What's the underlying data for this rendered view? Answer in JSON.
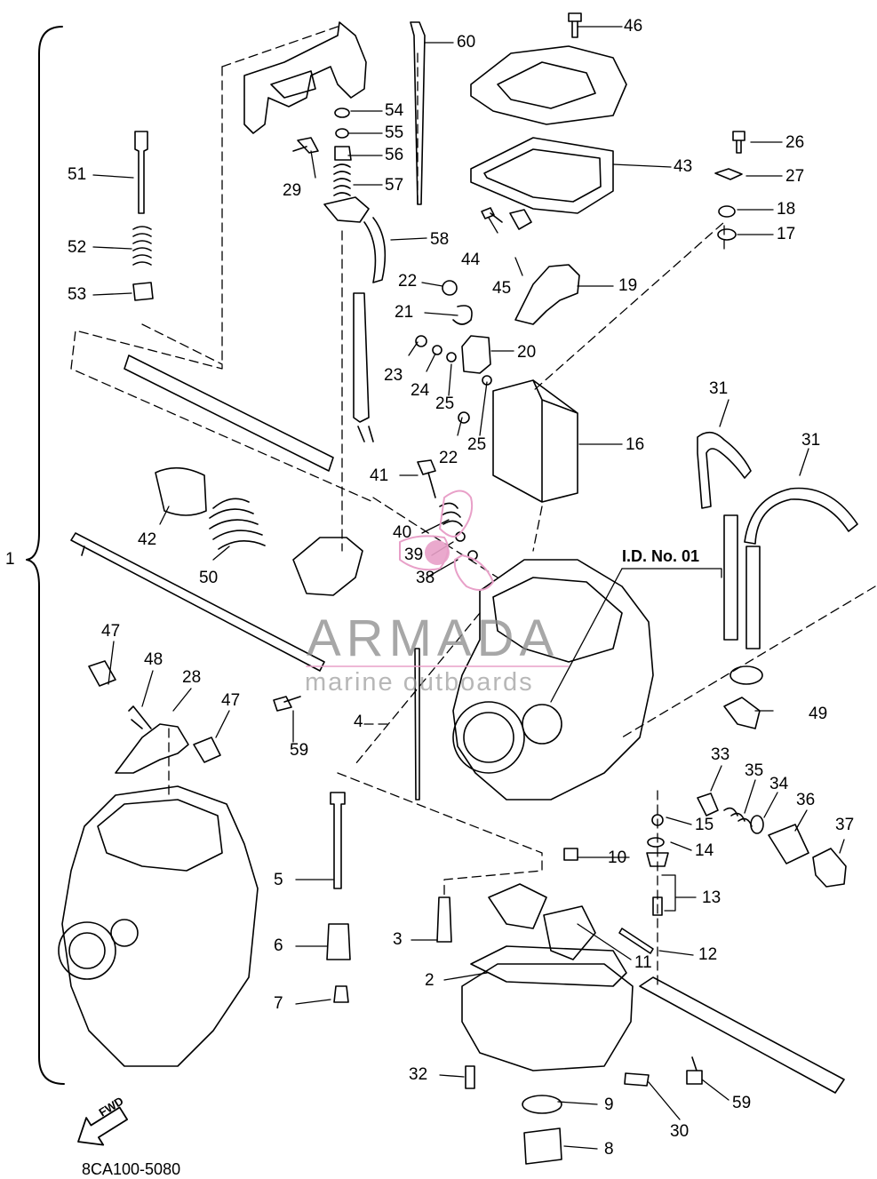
{
  "document_code": "8CA100-5080",
  "id_label": "I.D. No. 01",
  "assembly_callout": "1",
  "fwd_arrow_label": "FWD",
  "watermark": {
    "title": "ARMADA",
    "subtitle": "marine outboards",
    "accent_color": "#e8a0c8"
  },
  "callouts": [
    "60",
    "46",
    "54",
    "55",
    "56",
    "57",
    "29",
    "51",
    "52",
    "53",
    "43",
    "26",
    "27",
    "18",
    "17",
    "58",
    "44",
    "45",
    "19",
    "22",
    "21",
    "23",
    "24",
    "25",
    "20",
    "16",
    "41",
    "40",
    "39",
    "38",
    "42",
    "50",
    "31",
    "31",
    "22",
    "25",
    "4",
    "59",
    "47",
    "48",
    "28",
    "47",
    "49",
    "33",
    "35",
    "34",
    "36",
    "37",
    "15",
    "14",
    "10",
    "13",
    "5",
    "6",
    "7",
    "3",
    "2",
    "12",
    "11",
    "32",
    "9",
    "8",
    "30",
    "59"
  ]
}
